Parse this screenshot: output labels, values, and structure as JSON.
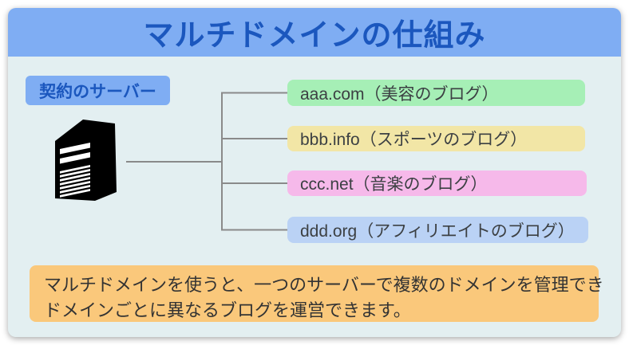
{
  "header": {
    "title": "マルチドメインの仕組み"
  },
  "server": {
    "label": "契約のサーバー",
    "icon": "server-tower-icon"
  },
  "domains": [
    {
      "label": "aaa.com（美容のブログ）",
      "color": "#A6EFB6"
    },
    {
      "label": "bbb.info（スポーツのブログ）",
      "color": "#F2E6A6"
    },
    {
      "label": "ccc.net（音楽のブログ）",
      "color": "#F6B9EA"
    },
    {
      "label": "ddd.org（アフィリエイトのブログ）",
      "color": "#BAD2F5"
    }
  ],
  "note": {
    "lines": [
      "マルチドメインを使うと、一つのサーバーで複数のドメインを管理でき",
      "ドメインごとに異なるブログを運営できます。"
    ]
  },
  "colors": {
    "header_bg": "#7FADF3",
    "card_bg": "#E3EFF1",
    "title_text": "#1B57BE",
    "server_label_bg": "#7FADF3",
    "note_bg": "#FAC87B",
    "connector_line": "#8A8A8A",
    "box_text": "#3C4043"
  }
}
